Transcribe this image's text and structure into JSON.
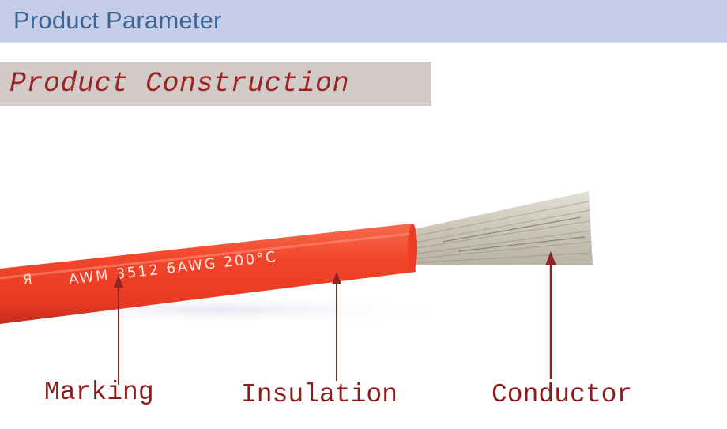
{
  "header": {
    "title": "Product Parameter"
  },
  "section": {
    "title": "Product Construction"
  },
  "product": {
    "cable_marking_text": "AWM  3512  6AWG  200°C",
    "ul_mark": "Я",
    "insulation_color": "#f0412a",
    "conductor_color": "#cfcbbf"
  },
  "callouts": [
    {
      "label": "Marking"
    },
    {
      "label": "Insulation"
    },
    {
      "label": "Conductor"
    }
  ],
  "colors": {
    "header_bg": "#c5cde9",
    "header_text": "#3e6694",
    "section_bg": "#d3cbc8",
    "accent": "#8e1c1c"
  }
}
